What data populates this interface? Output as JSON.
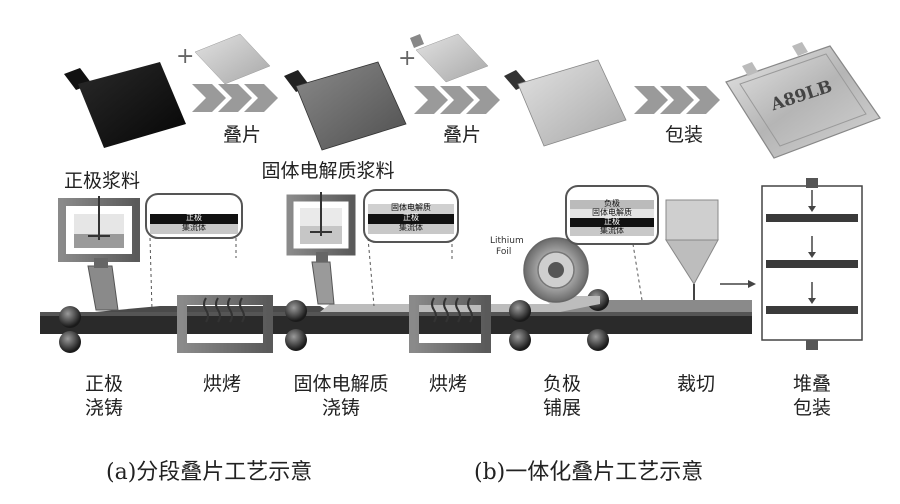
{
  "top_row": {
    "stack_label_1": "叠片",
    "stack_label_2": "叠片",
    "pack_label": "包装",
    "plus_sign": "+",
    "pouch_text": "A89LB"
  },
  "line": {
    "cathode_slurry_label": "正极浆料",
    "electrolyte_slurry_label": "固体电解质浆料",
    "lithium_foil_label_1": "Lithium",
    "lithium_foil_label_2": "Foil"
  },
  "zoom_1": {
    "top_layer": "正极",
    "bottom_layer": "集流体"
  },
  "zoom_2": {
    "top_layer": "固体电解质",
    "middle_layer": "正极",
    "bottom_layer": "集流体"
  },
  "zoom_3": {
    "top_layer": "负极",
    "second_layer": "固体电解质",
    "third_layer": "正极",
    "bottom_layer": "集流体"
  },
  "steps": [
    {
      "label": "正极\n浇铸"
    },
    {
      "label": "烘烤"
    },
    {
      "label": "固体电解质\n浇铸"
    },
    {
      "label": "烘烤"
    },
    {
      "label": "负极\n铺展"
    },
    {
      "label": "裁切"
    },
    {
      "label": "堆叠\n包装"
    }
  ],
  "captions": {
    "a": "(a)分段叠片工艺示意",
    "b": "(b)一体化叠片工艺示意"
  },
  "colors": {
    "arrow_gray": "#9a9a9a",
    "belt": "#3a3a3a",
    "dark_sheet": "#111111",
    "mid_sheet": "#6e6e6e",
    "light_sheet": "#c9c9c9"
  }
}
